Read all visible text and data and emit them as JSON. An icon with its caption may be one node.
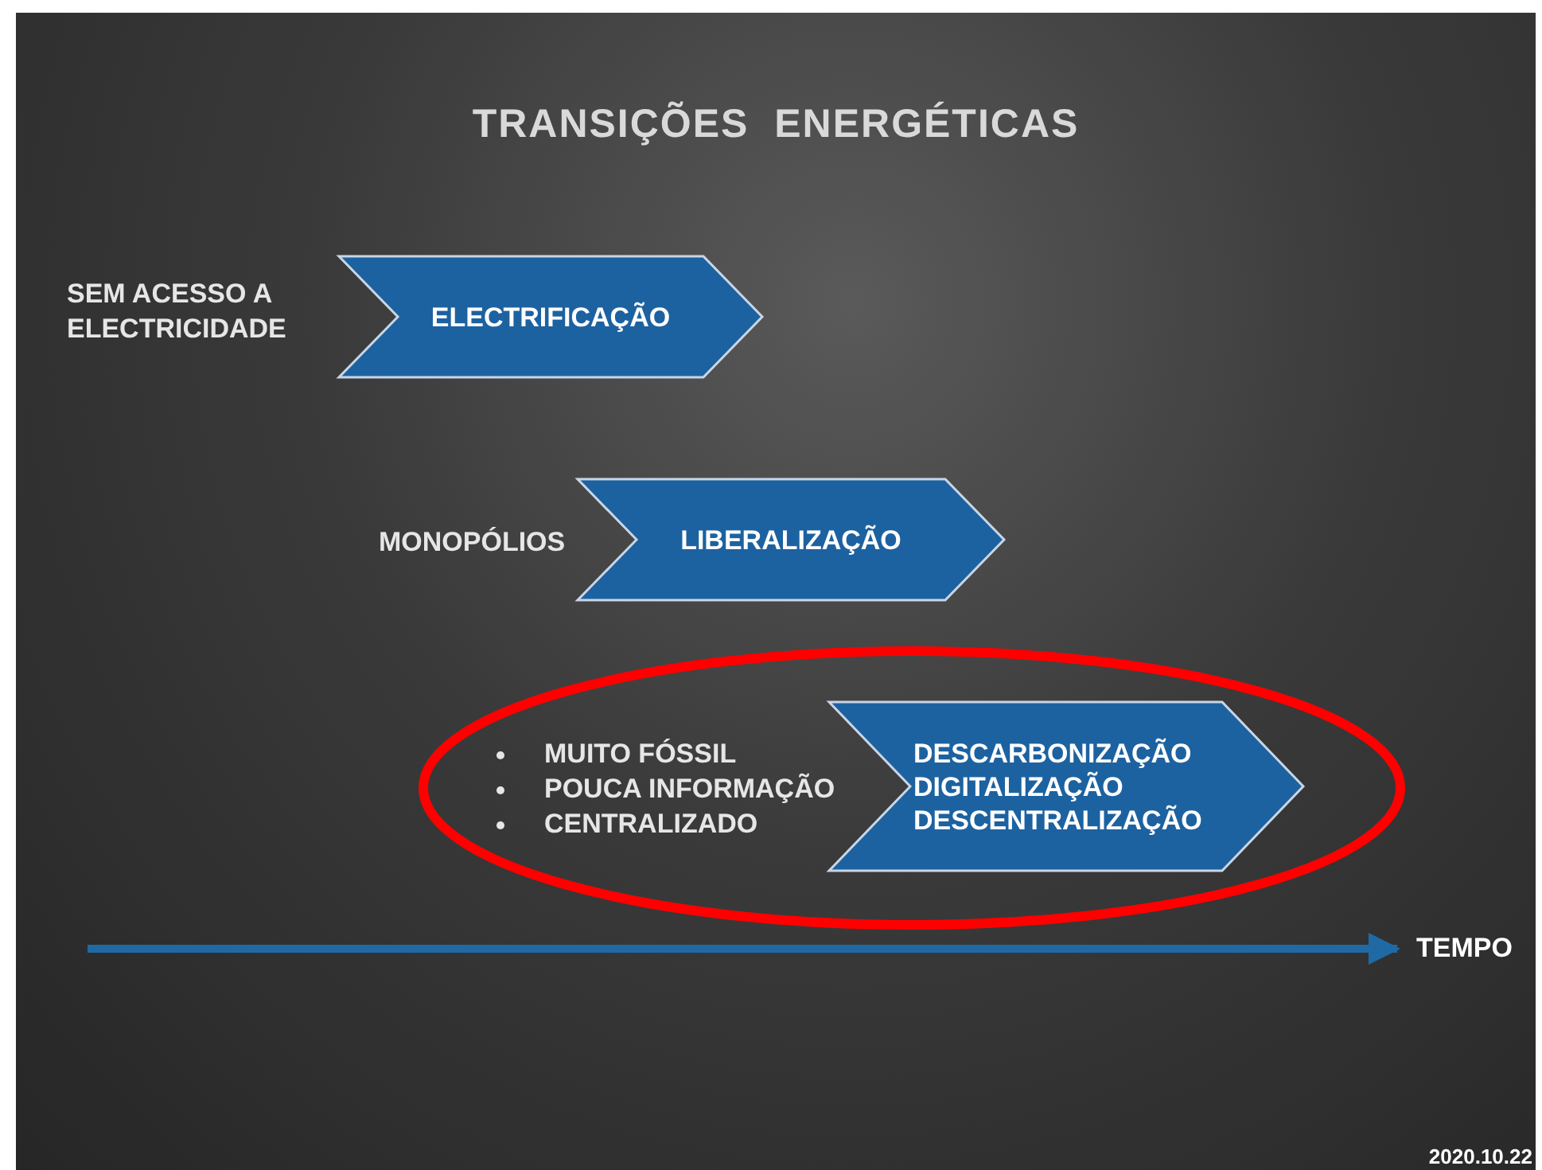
{
  "diagram": {
    "title": "TRANSIÇÕES  ENERGÉTICAS",
    "nodes": [
      {
        "text": [
          "ELECTRIFICAÇÃO"
        ],
        "beside": [
          "SEM  ACESSO  A ELECTRICIDADE"
        ]
      },
      {
        "text": [
          "LIBERALIZAÇÃO"
        ],
        "beside": [
          "MONOPÓLIOS"
        ]
      },
      {
        "text": [
          "DESCARBONIZAÇÃO",
          "DIGITALIZAÇÃO",
          "DESCENTRALIZAÇÃO"
        ],
        "beside": [
          "MUITO FÓSSIL",
          "POUCA INFORMAÇÃO",
          "CENTRALIZADO"
        ]
      }
    ],
    "labels": [
      "TEMPO",
      "2020.10.22"
    ]
  }
}
